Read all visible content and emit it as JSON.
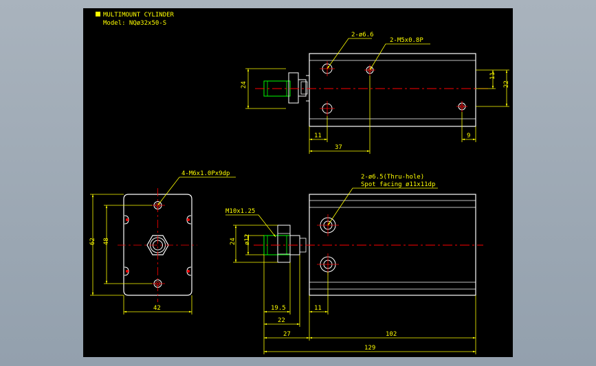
{
  "title_block": {
    "title": "MULTIMOUNT CYLINDER",
    "model": "Model: NQø32x50-S"
  },
  "top_view": {
    "callout_holes": "2-ø6.6",
    "callout_tap": "2-M5x0.8P",
    "dim_height": "24",
    "dim_right_inner": "11",
    "dim_right_outer": "22",
    "dim_left_hole": "11",
    "dim_tap_x": "37",
    "dim_right_tap": "9"
  },
  "end_view": {
    "callout": "4-M6x1.0Px9dp",
    "dim_outer_height": "62",
    "dim_inner_height": "48",
    "dim_width": "42"
  },
  "side_view": {
    "callout_line1": "2-ø6.5(Thru-hole)",
    "callout_line2": "Spot facing ø11x11dp",
    "thread": "M10x1.25",
    "dim_rod_dia": "ø12",
    "dim_height": "24",
    "dim_19_5": "19.5",
    "dim_22": "22",
    "dim_11": "11",
    "dim_27": "27",
    "dim_102": "102",
    "dim_129": "129"
  },
  "colors": {
    "background": "#000000",
    "body_outline": "#ffffff",
    "dimension": "#ffff00",
    "rod": "#00ff00",
    "centerline": "#ff0000",
    "frame": "#a9b3bd"
  }
}
